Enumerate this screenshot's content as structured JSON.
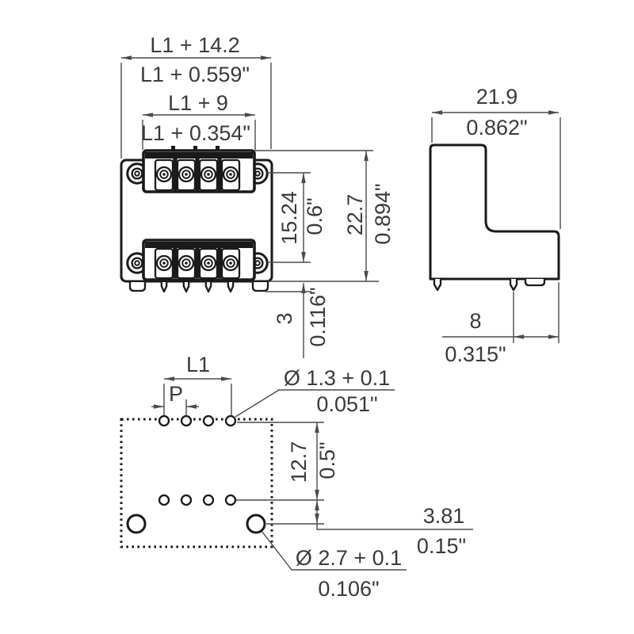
{
  "front_view": {
    "outer_width_mm": "L1 + 14.2",
    "outer_width_in": "L1 + 0.559\"",
    "inner_width_mm": "L1 + 9",
    "inner_width_in": "L1 + 0.354\"",
    "row_pitch_mm": "15.24",
    "row_pitch_in": "0.6\"",
    "height_mm": "22.7",
    "height_in": "0.894\"",
    "pin_length_mm": "3",
    "pin_length_in": "0.116\""
  },
  "side_view": {
    "width_mm": "21.9",
    "width_in": "0.862\"",
    "pin_to_edge_mm": "8",
    "pin_to_edge_in": "0.315\""
  },
  "drilling_plan": {
    "hole_span": "L1",
    "pitch": "P",
    "small_hole_dia_mm": "Ø 1.3 + 0.1",
    "small_hole_dia_in": "0.051\"",
    "row_distance_mm": "12.7",
    "row_distance_in": "0.5\"",
    "large_hole_offset_mm": "3.81",
    "large_hole_offset_in": "0.15\"",
    "large_hole_dia_mm": "Ø 2.7 + 0.1",
    "large_hole_dia_in": "0.106\""
  },
  "colors": {
    "line": "#1a1a1a",
    "dimension": "#4a4a4a",
    "text": "#3a3a3a",
    "background": "#ffffff"
  }
}
